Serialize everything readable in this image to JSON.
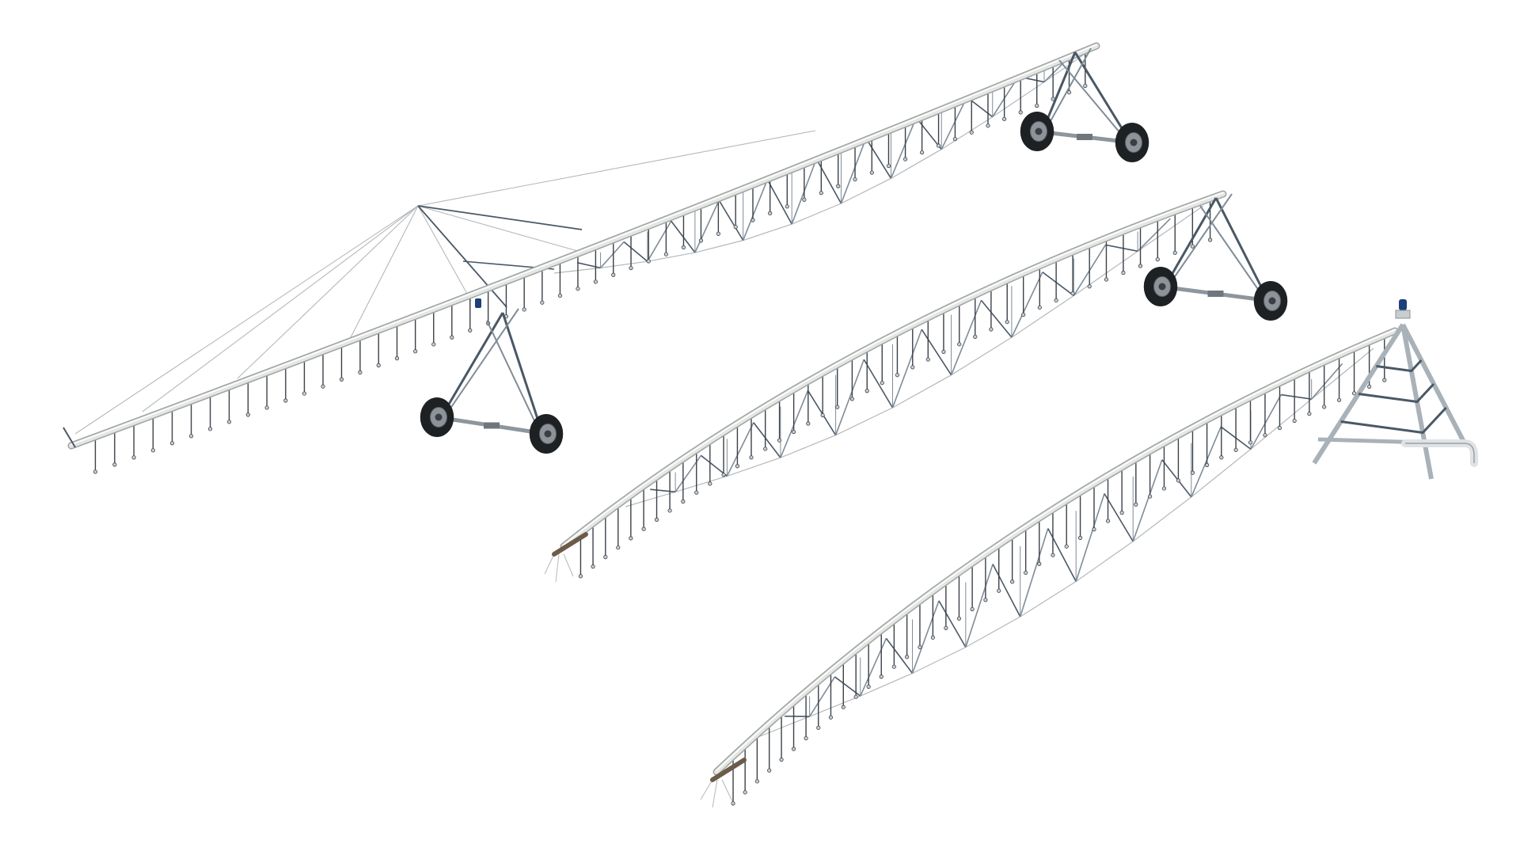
{
  "scene": {
    "background": "#ffffff",
    "colors": {
      "pipe": "#e4e6e3",
      "pipe_edge": "#9ea3a2",
      "truss": "#4a5866",
      "truss_light": "#7f8c97",
      "cable": "#b4b8bb",
      "drop": "#3c4148",
      "tire": "#1e2124",
      "hub": "#8d9399",
      "beacon": "#1d3f7a",
      "axle": "#8e969d",
      "tower_leg": "#a9b2b8"
    },
    "objects": [
      {
        "kind": "overhang-span-with-drive-tower",
        "icon": "irrigation-span-icon"
      },
      {
        "kind": "middle-span-with-drive-tower",
        "icon": "irrigation-span-icon"
      },
      {
        "kind": "pivot-point-span",
        "icon": "pivot-tower-icon"
      }
    ]
  }
}
